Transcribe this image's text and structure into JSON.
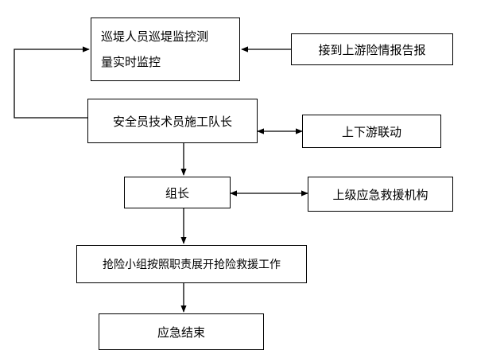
{
  "nodes": {
    "patrol": {
      "lines": [
        "巡堤人员巡堤监控测",
        "量实时监控"
      ]
    },
    "upstream_report": {
      "label": "接到上游险情报告报"
    },
    "safety_officer": {
      "label": "安全员技术员施工队长"
    },
    "updown_link": {
      "label": "上下游联动"
    },
    "team_leader": {
      "label": "组长"
    },
    "higher_rescue": {
      "label": "上级应急救援机构"
    },
    "rescue_work": {
      "label": "抢险小组按照职责展开抢险救援工作"
    },
    "emergency_end": {
      "label": "应急结束"
    }
  },
  "colors": {
    "line": "#000000",
    "box_border": "#000000",
    "background": "#ffffff"
  }
}
